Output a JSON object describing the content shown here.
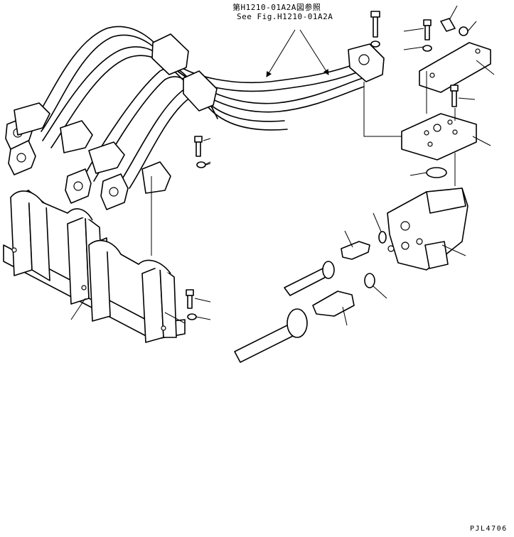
{
  "reference": {
    "japanese": "第H1210-01A2A図参照",
    "english": "See Fig.H1210-01A2A"
  },
  "page_id": "PJL4706"
}
